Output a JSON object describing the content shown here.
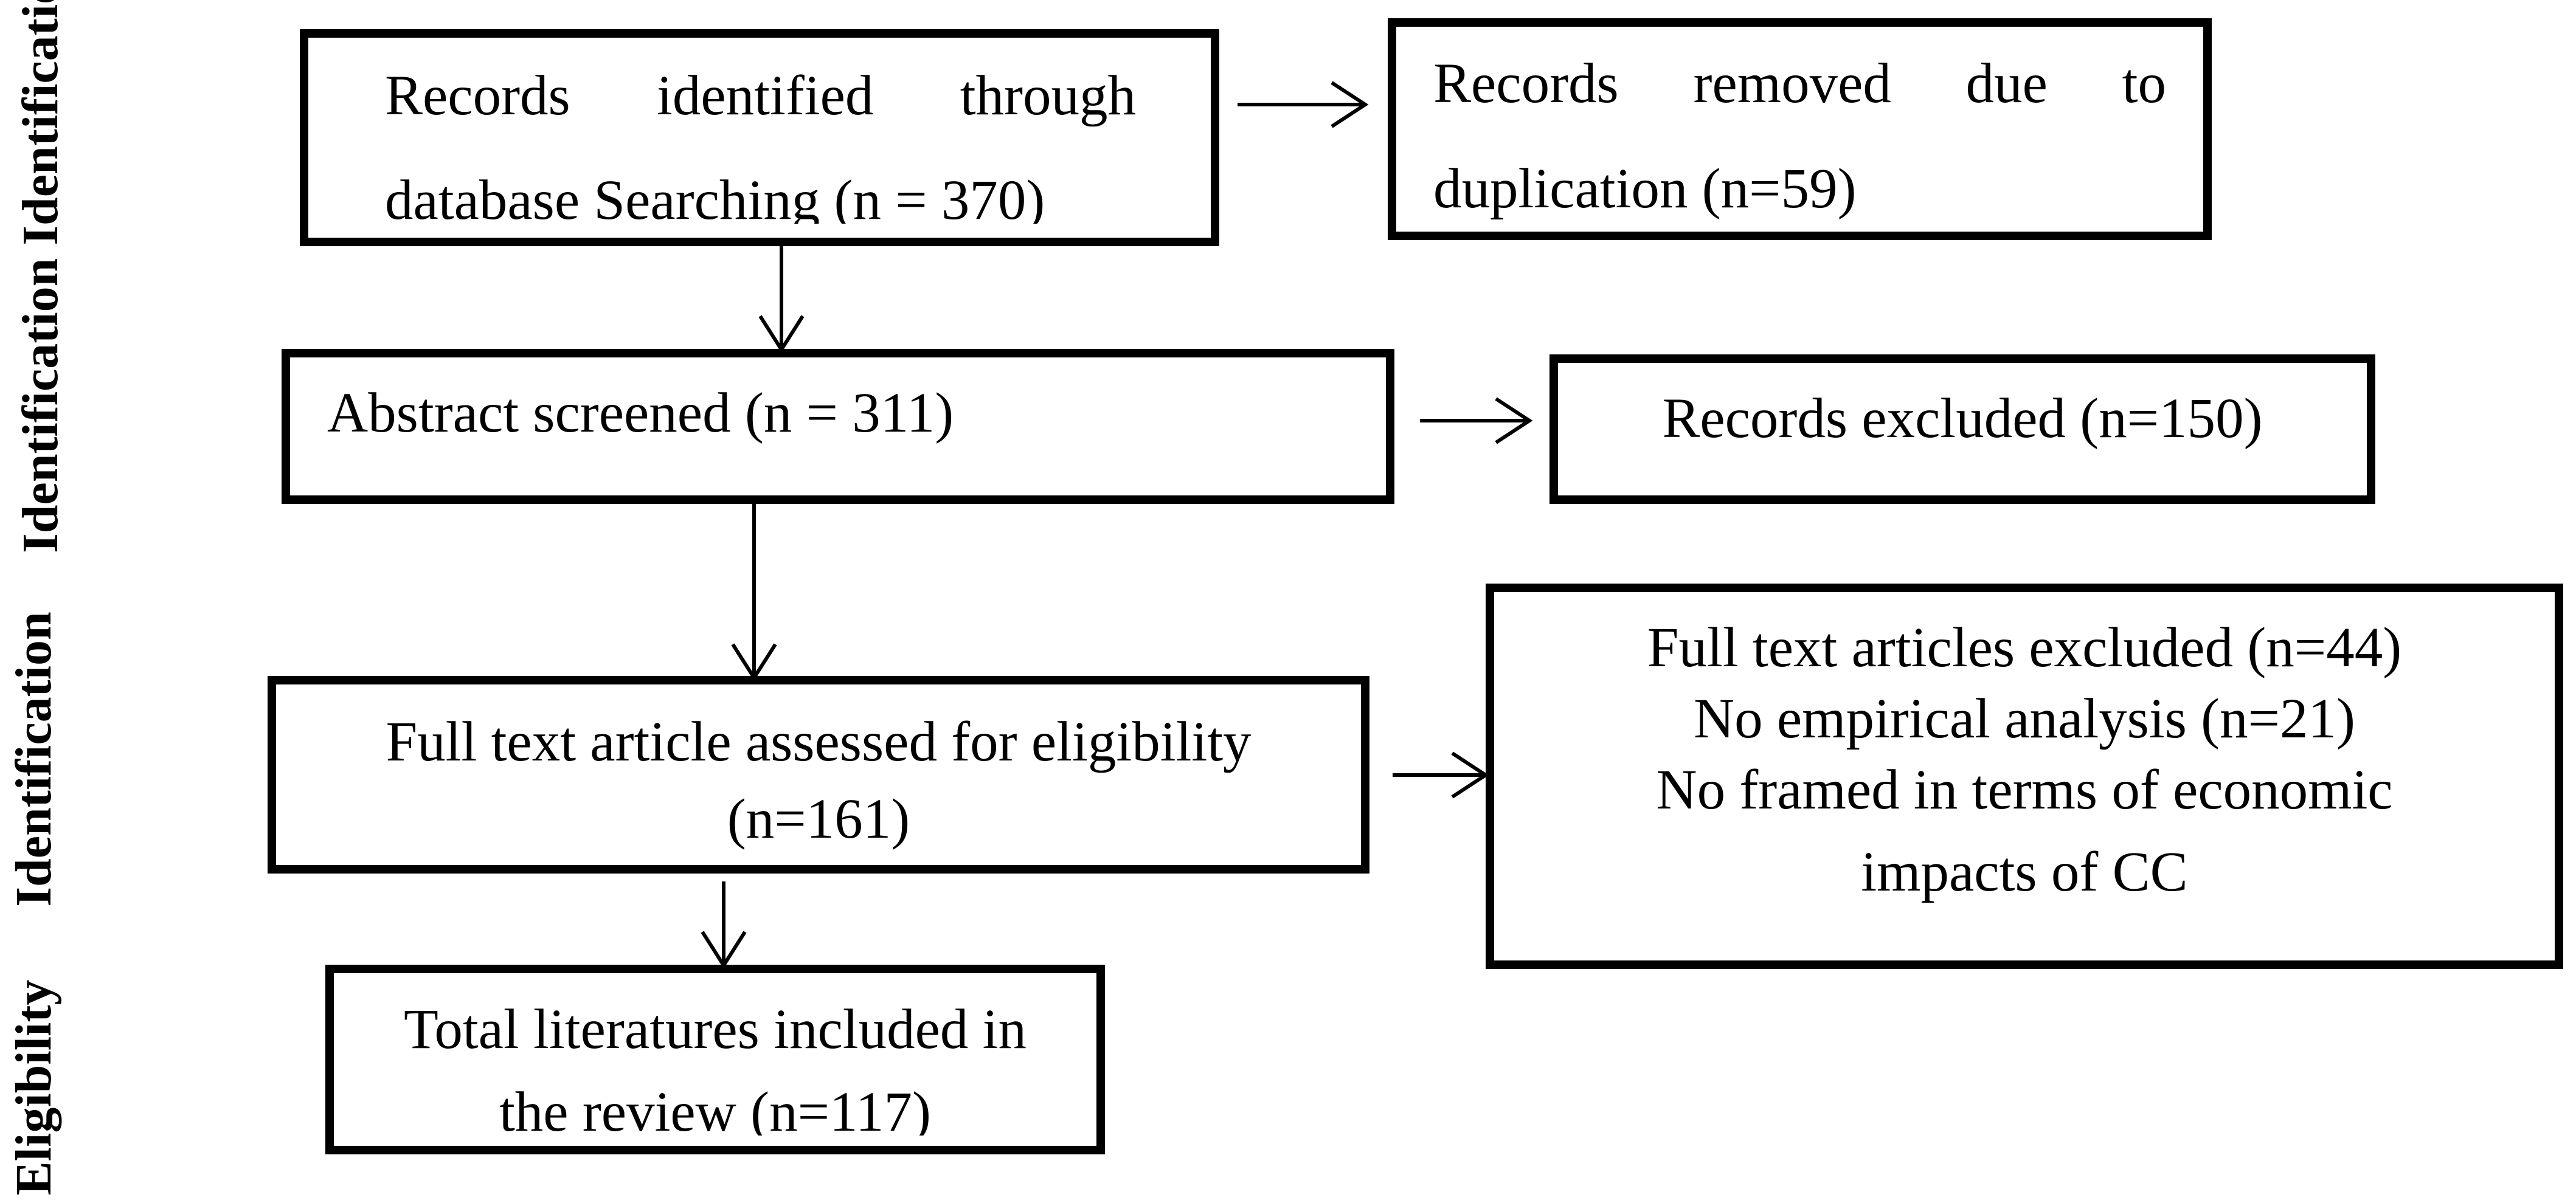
{
  "stages": {
    "top": "Identification Identification",
    "middle": "Identification",
    "bottom": "Eligibility"
  },
  "boxes": {
    "records_identified": {
      "line1": [
        "Records",
        "identified",
        "through"
      ],
      "line2": "database Searching (n = 370)"
    },
    "records_removed": {
      "line1": [
        "Records",
        "removed",
        "due",
        "to"
      ],
      "line2": "duplication (n=59)"
    },
    "abstract_screened": {
      "text": "Abstract screened (n = 311)"
    },
    "records_excluded": {
      "text": "Records excluded (n=150)"
    },
    "full_text_assessed": {
      "line1": "Full text article assessed for eligibility",
      "line2": "(n=161)"
    },
    "full_text_excluded": {
      "lines": [
        "Full text articles excluded (n=44)",
        "No empirical analysis (n=21)",
        "No framed in terms of economic",
        "impacts of CC"
      ]
    },
    "total_included": {
      "line1": "Total literatures included in",
      "line2": "the review (n=117)"
    }
  }
}
